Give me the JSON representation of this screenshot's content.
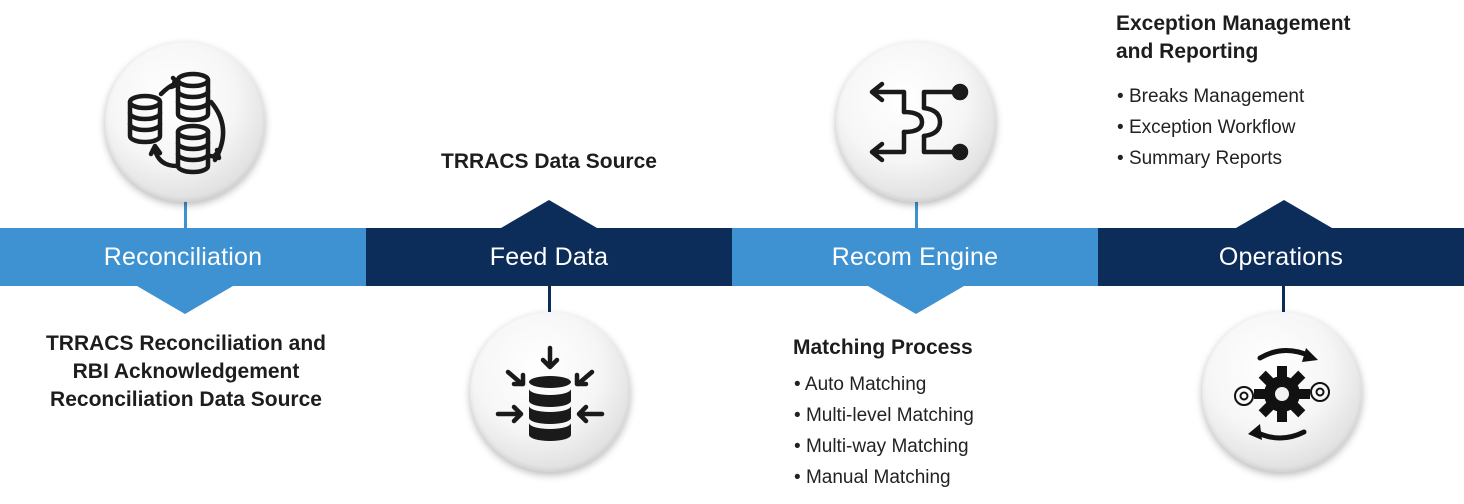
{
  "stages": [
    {
      "label": "Reconciliation"
    },
    {
      "label": "Feed Data"
    },
    {
      "label": "Recom Engine"
    },
    {
      "label": "Operations"
    }
  ],
  "reconciliation": {
    "description_lines": [
      "TRRACS Reconciliation and",
      "RBI Acknowledgement",
      "Reconciliation Data Source"
    ],
    "icon": "database-sync-icon"
  },
  "feed_data": {
    "top_label": "TRRACS Data Source",
    "icon": "database-inflow-icon"
  },
  "recom_engine": {
    "heading": "Matching Process",
    "items": [
      "Auto Matching",
      "Multi-level Matching",
      "Multi-way Matching",
      "Manual Matching"
    ],
    "icon": "matching-connector-icon"
  },
  "operations": {
    "heading_lines": [
      "Exception Management",
      "and Reporting"
    ],
    "items": [
      "Breaks Management",
      "Exception Workflow",
      "Summary Reports"
    ],
    "icon": "gears-cycle-icon"
  },
  "colors": {
    "light_blue": "#3f92d2",
    "dark_navy": "#0c2c5a"
  }
}
